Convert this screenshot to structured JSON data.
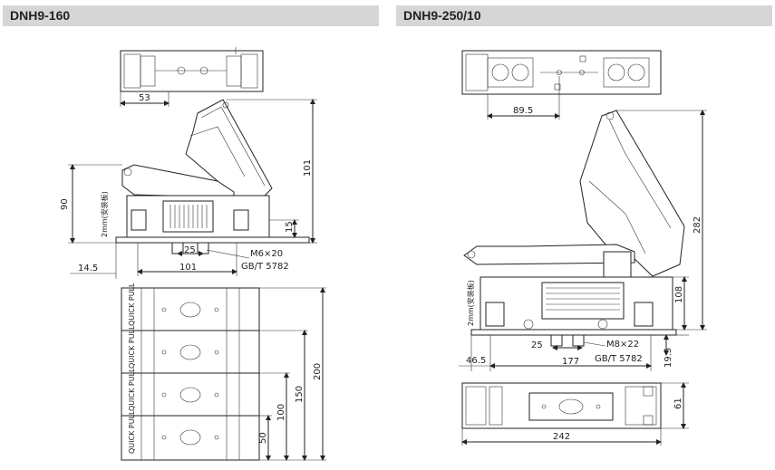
{
  "headers": {
    "left": "DNH9-160",
    "right": "DNH9-250/10"
  },
  "left": {
    "dims": {
      "w53": "53",
      "h101": "101",
      "h90": "90",
      "h15": "15",
      "w25": "25",
      "w101": "101",
      "w14_5": "14.5",
      "h50": "50",
      "h100": "100",
      "h150": "150",
      "h200": "200"
    },
    "mount": "2mm(安装板)",
    "bolt": "M6×20",
    "std": "GB/T 5782",
    "pull": "QUICK PULL"
  },
  "right": {
    "dims": {
      "w89_5": "89.5",
      "h282": "282",
      "h108": "108",
      "h19_5": "19.5",
      "w25": "25",
      "w177": "177",
      "w46_5": "46.5",
      "h61": "61",
      "w242": "242"
    },
    "mount": "2mm(安装板)",
    "bolt": "M8×22",
    "std": "GB/T 5782"
  }
}
